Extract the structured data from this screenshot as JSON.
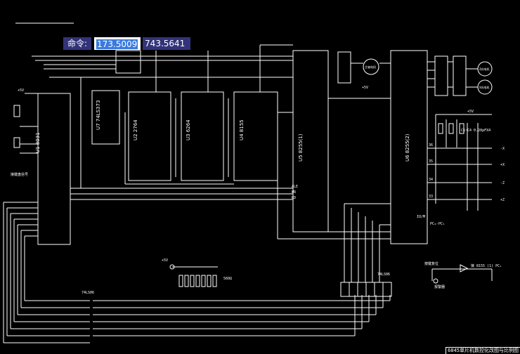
{
  "command": {
    "label": "命令:",
    "x_value": "173.5009",
    "y_value": "743.5641"
  },
  "drawing_title": "6845单片机数控化改图与比例图",
  "labels": {
    "chip_8031": "U1 8031",
    "chip_74ls373": "U7 74LS373",
    "chip_2764": "U2 2764",
    "chip_6264": "U3 6264",
    "chip_8155": "U4 8155",
    "chip_8255_a": "U5 8255(1)",
    "chip_8255_b": "U6 8255(2)",
    "v5a": "+5V",
    "v5b": "+5V",
    "v5c": "+5V",
    "v5d": "+5V",
    "cap": "C1~C4 0.20pFX4",
    "pin36": "36",
    "pin35": "35",
    "pin34": "34",
    "pin33": "33",
    "plus_x": "+X",
    "minus_x": "-X",
    "plus_z": "+Z",
    "minus_z": "-Z",
    "motor_x": "X向电机",
    "motor_z": "Z向电机",
    "motor_sp": "主轴电机",
    "ls06a": "74LS06",
    "ls06b": "74LS06",
    "res560": "560Ω",
    "reset_btn": "按键复位",
    "alarm": "报警器",
    "hint": "接 8155 (1) PC₁",
    "key_in": "接键盘信号",
    "io_row": "IO/M",
    "pc_row": "PC₀-PC₅",
    "ale": "ALE",
    "wr": "WR",
    "rd": "RD"
  }
}
